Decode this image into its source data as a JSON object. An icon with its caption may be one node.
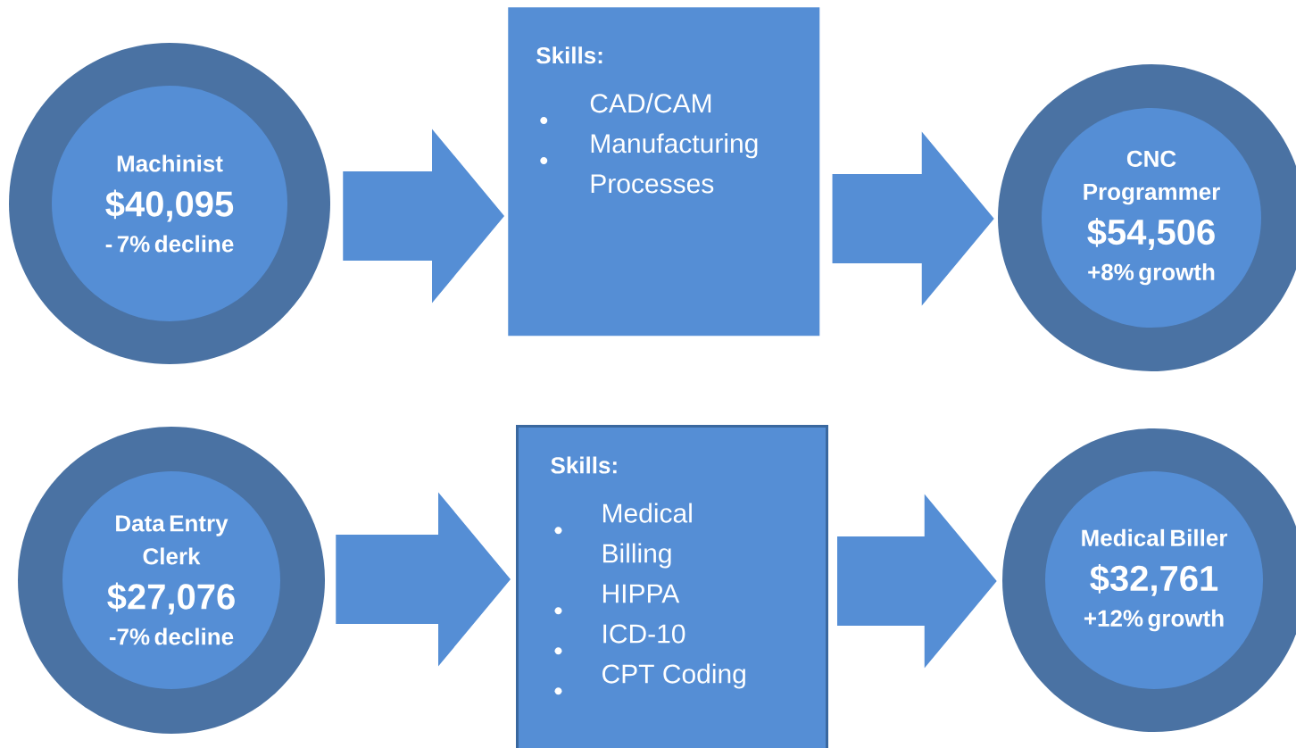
{
  "diagram": {
    "nodes": [
      {
        "text": [
          "Machinist",
          "$40,095",
          "- 7% decline"
        ]
      },
      {
        "text": [
          "Skills:",
          "CAD/CAM",
          "Manufacturing Processes"
        ]
      },
      {
        "text": [
          "CNC Programmer",
          "$54,506",
          "+8% growth"
        ]
      },
      {
        "text": [
          "Data Entry Clerk",
          "$27,076",
          "-7% decline"
        ]
      },
      {
        "text": [
          "Skills:",
          "Medical Billing",
          "HIPPA",
          "ICD-10",
          "CPT Coding"
        ]
      },
      {
        "text": [
          "Medical Biller",
          "$32,761",
          "+12% growth"
        ]
      }
    ],
    "edges": [
      {
        "from": 0,
        "to": 1,
        "arrow": "to"
      },
      {
        "from": 1,
        "to": 2,
        "arrow": "to"
      },
      {
        "from": 3,
        "to": 4,
        "arrow": "to"
      },
      {
        "from": 4,
        "to": 5,
        "arrow": "to"
      }
    ]
  }
}
